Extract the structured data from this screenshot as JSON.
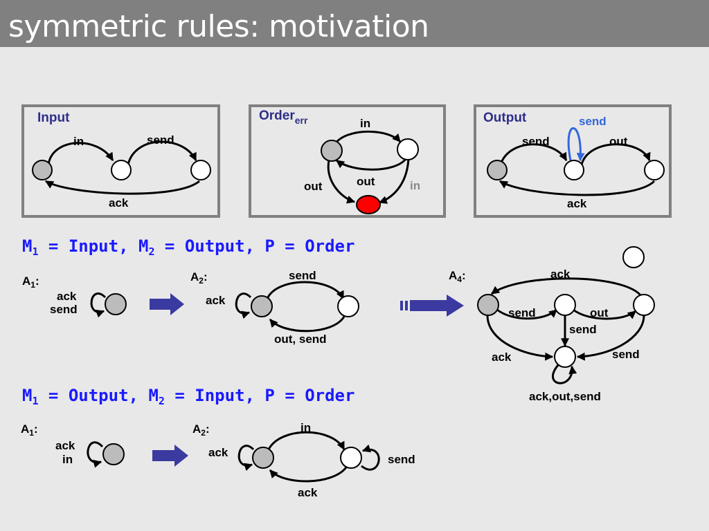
{
  "slide": {
    "title": "symmetric rules: motivation"
  },
  "colors": {
    "title_bar": "#808080",
    "background": "#e8e8e8",
    "box_border": "#808080",
    "state_gray": "#bcbcbc",
    "state_white": "#ffffff",
    "state_error": "#ff0000",
    "equation_blue": "#1a1aff",
    "send_loop_blue": "#3366dd",
    "arrow_fill": "#3a3aa0"
  },
  "boxes": {
    "input": {
      "title": "Input",
      "labels": {
        "in": "in",
        "send": "send",
        "ack": "ack"
      }
    },
    "order": {
      "title": "Order",
      "subscript": "err",
      "labels": {
        "in_top": "in",
        "out_left": "out",
        "out_mid": "out",
        "in_right": "in"
      }
    },
    "output": {
      "title": "Output",
      "labels": {
        "send_loop": "send",
        "send": "send",
        "out": "out",
        "ack": "ack"
      }
    }
  },
  "section1": {
    "equation": {
      "m1": "M",
      "sub1": "1",
      "text1": " = Input, ",
      "m2": "M",
      "sub2": "2",
      "text2": " = Output, P = Order"
    },
    "a1": {
      "name": "A",
      "sub": "1",
      "colon": ":",
      "loop_labels": [
        "ack",
        "send"
      ]
    },
    "a2": {
      "name": "A",
      "sub": "2",
      "colon": ":",
      "loop": "ack",
      "top": "send",
      "bottom": "out, send"
    },
    "a4": {
      "name": "A",
      "sub": "4",
      "colon": ":",
      "ack_top": "ack",
      "send_1": "send",
      "out": "out",
      "send_down": "send",
      "send_right": "send",
      "ack_left": "ack",
      "loop": "ack,out,send"
    }
  },
  "section2": {
    "equation": {
      "m1": "M",
      "sub1": "1",
      "text1": " = Output, ",
      "m2": "M",
      "sub2": "2",
      "text2": " = Input, P = Order"
    },
    "a1": {
      "name": "A",
      "sub": "1",
      "colon": ":",
      "loop_labels": [
        "ack",
        "in"
      ]
    },
    "a2": {
      "name": "A",
      "sub": "2",
      "colon": ":",
      "loop": "ack",
      "top": "in",
      "bottom": "ack",
      "right_loop": "send"
    }
  }
}
